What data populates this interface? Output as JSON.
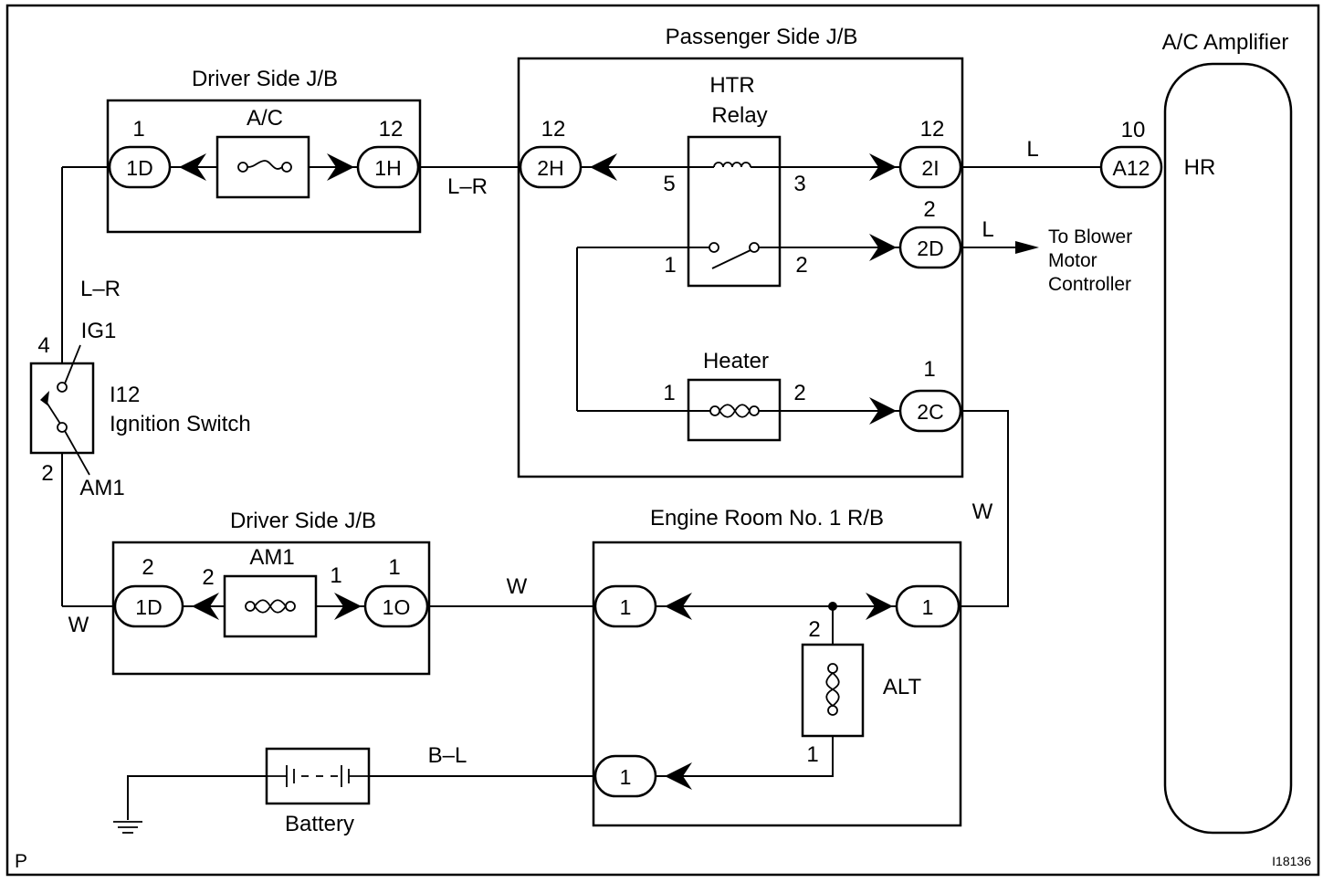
{
  "blocks": {
    "driver_jb_top": "Driver Side J/B",
    "passenger_jb": "Passenger Side J/B",
    "ac_amplifier": "A/C Amplifier",
    "driver_jb_bottom": "Driver Side J/B",
    "engine_room_rb": "Engine Room No. 1 R/B"
  },
  "components": {
    "ac_fuse": "A/C",
    "htr_relay_line1": "HTR",
    "htr_relay_line2": "Relay",
    "heater_fuse": "Heater",
    "am1_fuse": "AM1",
    "alt_fuse": "ALT",
    "ignition_id": "I12",
    "ignition_name": "Ignition Switch",
    "battery": "Battery"
  },
  "connectors": {
    "c1d_top": "1D",
    "c1h": "1H",
    "c2h": "2H",
    "c2i": "2I",
    "a12": "A12",
    "c2d": "2D",
    "c2c": "2C",
    "c1d_bottom": "1D",
    "c1o": "1O",
    "er_left": "1",
    "er_right": "1",
    "er_bottom": "1"
  },
  "pins": {
    "p1d_top": "1",
    "p1h": "12",
    "p2h": "12",
    "p2i": "12",
    "pa12": "10",
    "p_relay5": "5",
    "p_relay3": "3",
    "p2d": "2",
    "p_relay1": "1",
    "p_relay2": "2",
    "p2c": "1",
    "p_heater1": "1",
    "p_heater2": "2",
    "p_ig4": "4",
    "p_ig2": "2",
    "p1d_bottom": "2",
    "p_am1_2": "2",
    "p_am1_1": "1",
    "p1o": "1",
    "p_alt2": "2",
    "p_alt1": "1"
  },
  "wires": {
    "lr_top": "L–R",
    "lr_side": "L–R",
    "l_a12": "L",
    "l_blower": "L",
    "w_right": "W",
    "w_mid": "W",
    "w_left": "W",
    "bl": "B–L"
  },
  "terminals": {
    "hr": "HR",
    "ig1": "IG1",
    "am1": "AM1"
  },
  "blower_note": [
    "To Blower",
    "Motor",
    "Controller"
  ],
  "corner_left": "P",
  "corner_right": "I18136"
}
